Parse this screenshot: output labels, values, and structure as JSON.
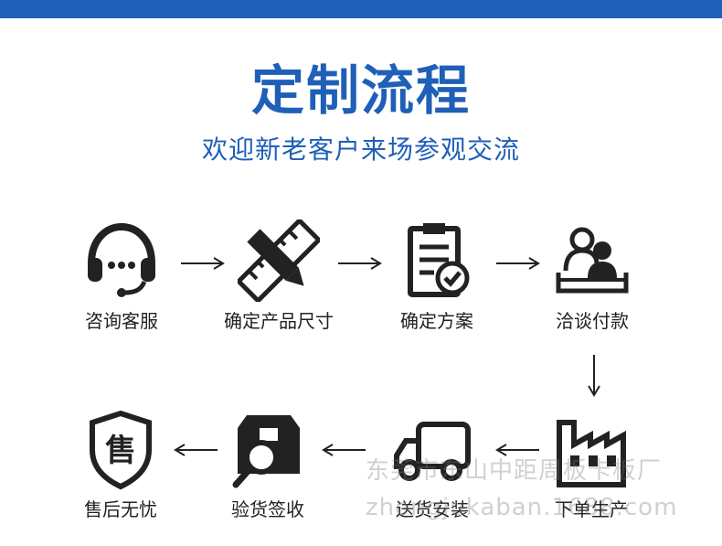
{
  "header": {
    "title": "定制流程",
    "subtitle": "欢迎新老客户来场参观交流",
    "accent_color": "#1f5fb8"
  },
  "steps": [
    {
      "label": "咨询客服",
      "icon": "headset-icon"
    },
    {
      "label": "确定产品尺寸",
      "icon": "pencil-ruler-icon"
    },
    {
      "label": "确定方案",
      "icon": "clipboard-check-icon"
    },
    {
      "label": "洽谈付款",
      "icon": "meeting-people-icon"
    },
    {
      "label": "下单生产",
      "icon": "factory-icon"
    },
    {
      "label": "送货安装",
      "icon": "truck-icon"
    },
    {
      "label": "验货签收",
      "icon": "box-magnifier-icon"
    },
    {
      "label": "售后无忧",
      "icon": "after-sales-shield-icon"
    }
  ],
  "watermark": {
    "line1": "东莞市东山中距周板卡板厂",
    "line2": "zhongjukaban.1688.com"
  }
}
